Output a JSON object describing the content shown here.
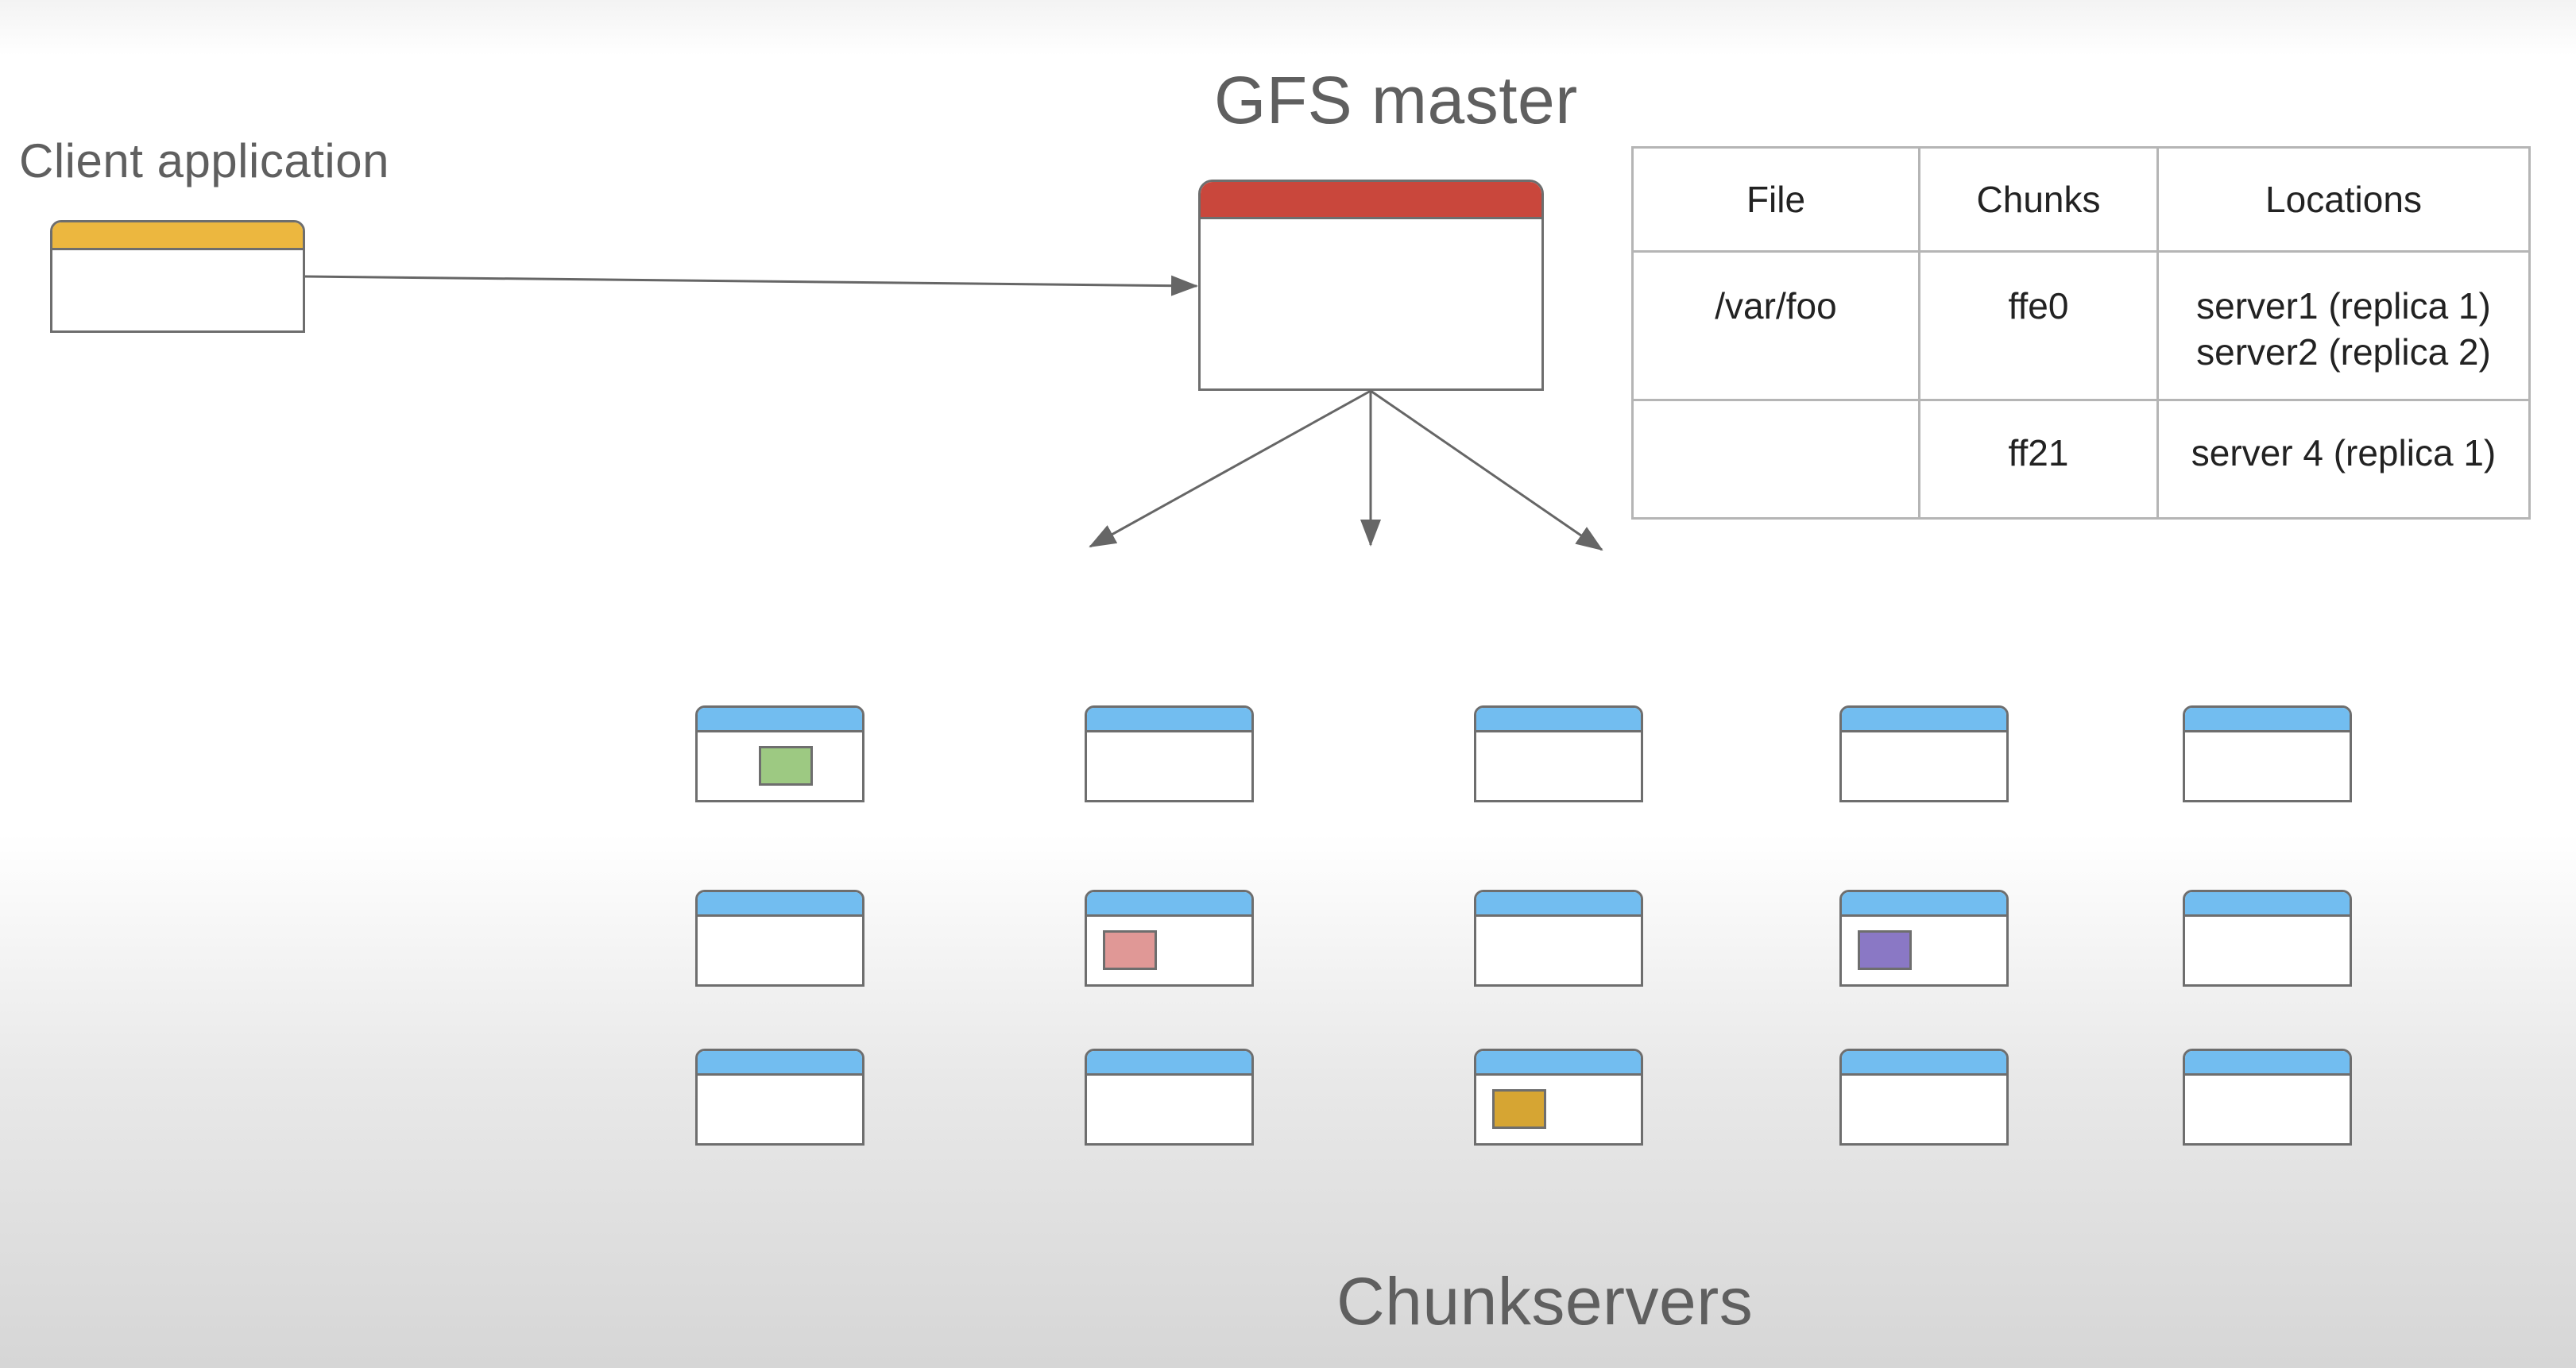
{
  "client": {
    "label": "Client application"
  },
  "master": {
    "label": "GFS master"
  },
  "chunkservers": {
    "label": "Chunkservers",
    "rows": [
      [
        {
          "chunk": "green"
        },
        {
          "chunk": null
        },
        {
          "chunk": null
        },
        {
          "chunk": null
        },
        {
          "chunk": null
        }
      ],
      [
        {
          "chunk": null
        },
        {
          "chunk": "pink"
        },
        {
          "chunk": null
        },
        {
          "chunk": "purple"
        },
        {
          "chunk": null
        }
      ],
      [
        {
          "chunk": null
        },
        {
          "chunk": null
        },
        {
          "chunk": "gold"
        },
        {
          "chunk": null
        },
        {
          "chunk": null
        }
      ]
    ]
  },
  "colors": {
    "client_bar": "#ecb73f",
    "master_bar": "#c9473c",
    "chunkserver_bar": "#72bdf0",
    "chunk_green": "#9dc982",
    "chunk_pink": "#e09896",
    "chunk_purple": "#8a78c5",
    "chunk_gold": "#d6a533",
    "outline": "#6e6e6e"
  },
  "table": {
    "headers": [
      "File",
      "Chunks",
      "Locations"
    ],
    "rows": [
      {
        "file": "/var/foo",
        "chunk": "ffe0",
        "locations": [
          "server1 (replica 1)",
          "server2 (replica 2)"
        ]
      },
      {
        "file": "",
        "chunk": "ff21",
        "locations": [
          "server 4 (replica 1)"
        ]
      }
    ]
  }
}
